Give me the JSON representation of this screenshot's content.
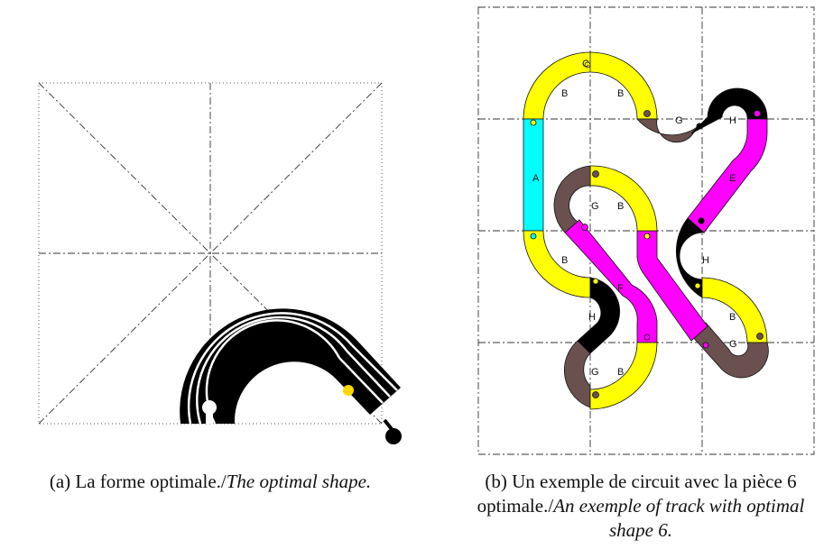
{
  "left_panel": {
    "caption_main": "(a) La forme optimale./",
    "caption_italic": "The optimal shape."
  },
  "right_panel": {
    "caption_main": "(b) Un exemple de circuit avec la pièce 6 optimale./",
    "caption_italic": "An exemple of track with optimal shape 6."
  },
  "piece_labels": {
    "a": "A",
    "b": "B",
    "c": "C",
    "e": "E",
    "f": "F",
    "g": "G",
    "h": "H"
  },
  "colors": {
    "yellow": "#ffff00",
    "cyan": "#00ffff",
    "magenta": "#ff00ff",
    "brown": "#6b5050",
    "black": "#000000"
  }
}
